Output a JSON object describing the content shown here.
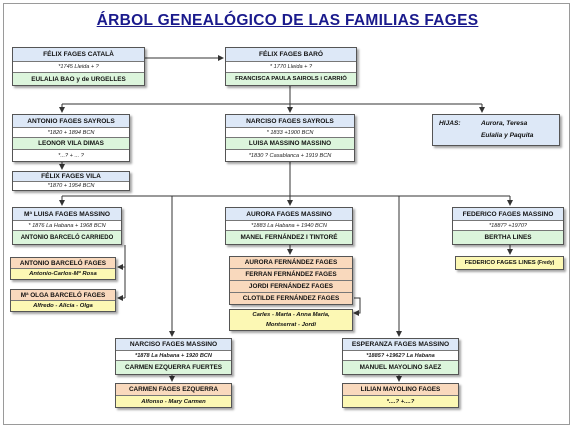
{
  "title": "ÁRBOL GENEALÓGICO DE LAS FAMILIAS FAGES",
  "colors": {
    "title": "#1a1a8c",
    "header_bg": "#dde8f7",
    "spouse_bg": "#dcf5dc",
    "child_bg": "#f9d9bd",
    "note_bg": "#fcf8b4",
    "line": "#333333"
  },
  "felix_catala": {
    "name": "FÉLIX FAGES CATALÀ",
    "dates": "*1745 Lleida + ?",
    "spouse": "EULALIA BAO y de URGELLES"
  },
  "felix_baro": {
    "name": "FÉLIX FAGES BARÓ",
    "dates": "* 1770 Lleida + ?",
    "spouse": "FRANCISCA PAULA SAIROLS i CARRIÓ"
  },
  "antonio_sayrols": {
    "name": "ANTONIO FAGES SAYROLS",
    "dates": "*1820 + 1894 BCN",
    "spouse": "LEONOR VILA DIMAS",
    "spouse_dates": "*...? + ... ?"
  },
  "narciso_sayrols": {
    "name": "NARCISO FAGES SAYROLS",
    "dates": "* 1833 +1900 BCN",
    "spouse": "LUISA MASSINO MASSINO",
    "spouse_dates": "*1830 ? Casablanca + 1919 BCN"
  },
  "hijas": {
    "label": "HIJAS:",
    "names_1": "Aurora, Teresa",
    "names_2": "Eulalia y Paquita"
  },
  "felix_vila": {
    "name": "FÉLIX FAGES VILA",
    "dates": "*1870 + 1954 BCN"
  },
  "luisa_massino": {
    "name": "Mª LUISA FAGES MASSINO",
    "dates": "* 1876 La Habana + 1968 BCN",
    "spouse": "ANTONIO BARCELÓ CARRIEDO"
  },
  "aurora_massino": {
    "name": "AURORA FAGES MASSINO",
    "dates": "*1883 La Habana + 1940 BCN",
    "spouse": "MANEL FERNÁNDEZ I TINTORÉ"
  },
  "federico_massino": {
    "name": "FEDERICO FAGES MASSINO",
    "dates": "*1887? +1970?",
    "spouse": "BERTHA LINES"
  },
  "antonio_barcelo": {
    "name": "ANTONIO BARCELÓ FAGES",
    "children": "Antonio-Carlos-Mª Rosa"
  },
  "olga_barcelo": {
    "name": "Mª OLGA BARCELÓ FAGES",
    "children": "Alfredo - Alicia - Olga"
  },
  "fernandez_children": [
    "AURORA FERNÁNDEZ FAGES",
    "FERRAN FERNÁNDEZ FAGES",
    "JORDI FERNÁNDEZ FAGES",
    "CLOTILDE FERNÁNDEZ FAGES"
  ],
  "clotilde_children": {
    "line_1": "Carles - Marta - Anna Maria,",
    "line_2": "Montserrat - Jordi"
  },
  "federico_lines": {
    "name": "FEDERICO FAGES LINES",
    "suffix": "(Fredy)"
  },
  "narciso_massino": {
    "name": "NARCISO FAGES MASSINO",
    "dates": "*1878 La Habana + 1920 BCN",
    "spouse": "CARMEN EZQUERRA FUERTES"
  },
  "esperanza_massino": {
    "name": "ESPERANZA FAGES MASSINO",
    "dates": "*1885? +1962? La Habana",
    "spouse": "MANUEL MAYOLINO SAEZ"
  },
  "carmen_ezquerra": {
    "name": "CARMEN FAGES EZQUERRA",
    "children": "Alfonso - Mary Carmen"
  },
  "lilian_mayolino": {
    "name": "LILIAN MAYOLINO FAGES",
    "children": "*....? +....?"
  }
}
